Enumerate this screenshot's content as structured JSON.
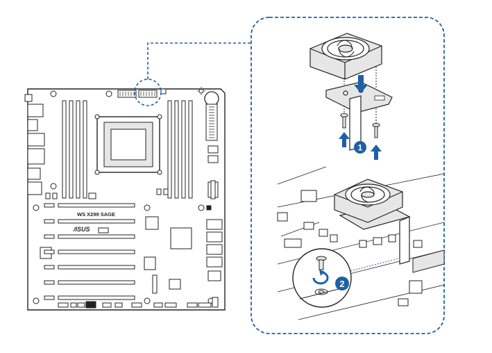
{
  "board": {
    "model_label": "WS X299 SAGE",
    "brand_label": "/ISUS"
  },
  "steps": [
    {
      "number": "1"
    },
    {
      "number": "2"
    }
  ],
  "colors": {
    "accent_blue": "#1f5fa6",
    "line": "#222222",
    "fill_gray": "#e6e6e6",
    "white": "#ffffff"
  },
  "icons": [
    "fan-icon",
    "screw-icon",
    "arrow-icon",
    "bracket-icon"
  ]
}
